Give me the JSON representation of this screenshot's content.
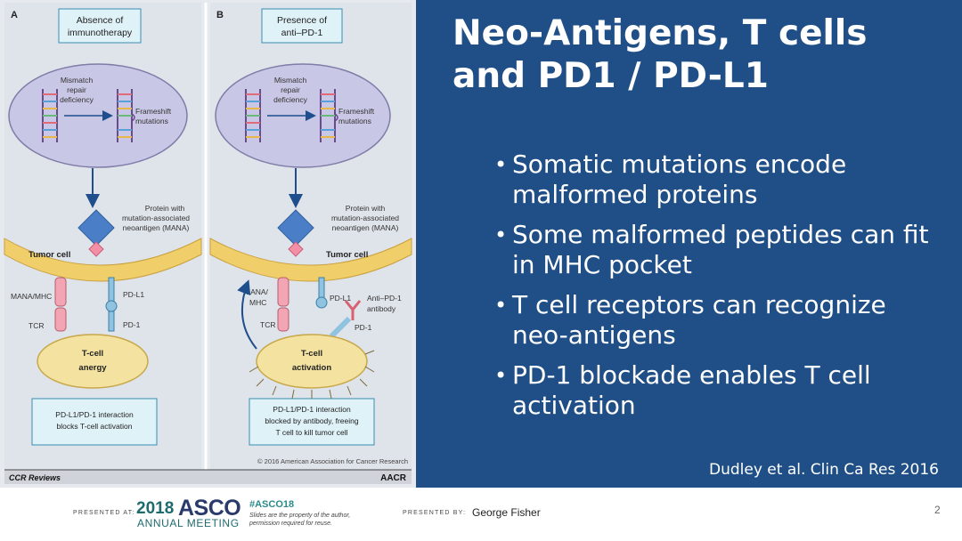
{
  "slide": {
    "title": "Neo-Antigens, T cells and PD1 / PD-L1",
    "bullets": [
      "Somatic mutations encode malformed proteins",
      "Some malformed peptides can fit in MHC pocket",
      "T cell receptors can recognize neo-antigens",
      "PD-1 blockade enables T cell activation"
    ],
    "citation": "Dudley et al. Clin Ca Res 2016",
    "bullet_symbol": "•"
  },
  "figure": {
    "panel_a": {
      "letter": "A",
      "header_line1": "Absence of",
      "header_line2": "immunotherapy",
      "mmr_line1": "Mismatch",
      "mmr_line2": "repair",
      "mmr_line3": "deficiency",
      "frameshift_line1": "Frameshift",
      "frameshift_line2": "mutations",
      "protein_line1": "Protein with",
      "protein_line2": "mutation-associated",
      "protein_line3": "neoantigen (MANA)",
      "tumor_cell": "Tumor cell",
      "mana_mhc": "MANA/MHC",
      "pdl1": "PD-L1",
      "tcr": "TCR",
      "pd1": "PD-1",
      "tcell_line1": "T-cell",
      "tcell_line2": "anergy",
      "caption_line1": "PD-L1/PD-1 interaction",
      "caption_line2": "blocks T-cell activation"
    },
    "panel_b": {
      "letter": "B",
      "header_line1": "Presence of",
      "header_line2": "anti–PD-1",
      "mmr_line1": "Mismatch",
      "mmr_line2": "repair",
      "mmr_line3": "deficiency",
      "frameshift_line1": "Frameshift",
      "frameshift_line2": "mutations",
      "protein_line1": "Protein with",
      "protein_line2": "mutation-associated",
      "protein_line3": "neoantigen (MANA)",
      "tumor_cell": "Tumor cell",
      "mana_line1": "MANA/",
      "mana_line2": "MHC",
      "pdl1": "PD-L1",
      "anti_pd1_line1": "Anti–PD-1",
      "anti_pd1_line2": "antibody",
      "tcr": "TCR",
      "pd1": "PD-1",
      "tcell_line1": "T-cell",
      "tcell_line2": "activation",
      "caption_line1": "PD-L1/PD-1 interaction",
      "caption_line2": "blocked by antibody, freeing",
      "caption_line3": "T cell to kill tumor cell"
    },
    "copyright": "© 2016 American Association for Cancer Research",
    "journal": "CCR Reviews",
    "publisher": "AACR"
  },
  "footer": {
    "presented_at": "PRESENTED AT:",
    "asco_year": "2018",
    "asco_word": "ASCO",
    "asco_meeting": "ANNUAL MEETING",
    "hashtag": "#ASCO18",
    "disclaimer": "Slides are the property of the author, permission required for reuse.",
    "presented_by": "PRESENTED BY:",
    "presenter": "George Fisher",
    "page_number": "2"
  },
  "colors": {
    "slide_background": "#1f4f86",
    "figure_background": "#e6eaee",
    "cell_membrane": "#f0cf6a",
    "nucleus": "#c9c7e6",
    "neoantigen_diamond": "#4a7fc8",
    "mana_square": "#f48fa6",
    "asco_teal": "#1e6b6e"
  }
}
